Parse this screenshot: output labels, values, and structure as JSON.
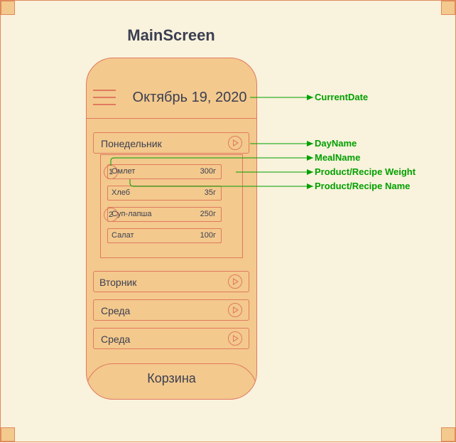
{
  "diagram": {
    "title": "MainScreen"
  },
  "screen": {
    "current_date": "Октябрь 19, 2020",
    "days": [
      {
        "label": "Понедельник",
        "expanded": true,
        "meals": [
          {
            "number": "1",
            "products": [
              {
                "name": "Омлет",
                "weight": "300г"
              },
              {
                "name": "Хлеб",
                "weight": "35г"
              }
            ]
          },
          {
            "number": "2",
            "products": [
              {
                "name": "Суп-лапша",
                "weight": "250г"
              },
              {
                "name": "Салат",
                "weight": "100г"
              }
            ]
          }
        ]
      },
      {
        "label": "Вторник"
      },
      {
        "label": "Среда"
      },
      {
        "label": "Среда"
      }
    ],
    "cart_label": "Корзина"
  },
  "annotations": {
    "current_date": "CurrentDate",
    "day_name": "DayName",
    "meal_name": "MealName",
    "product_weight": "Product/Recipe Weight",
    "product_name": "Product/Recipe Name"
  },
  "colors": {
    "background": "#f9f2dc",
    "phone_fill": "#f3c98d",
    "outline": "#e07a5f",
    "text": "#3b3f51",
    "annotation": "#00a000"
  },
  "icons": {
    "menu": "hamburger-menu-icon",
    "expand": "play-circle-icon"
  }
}
